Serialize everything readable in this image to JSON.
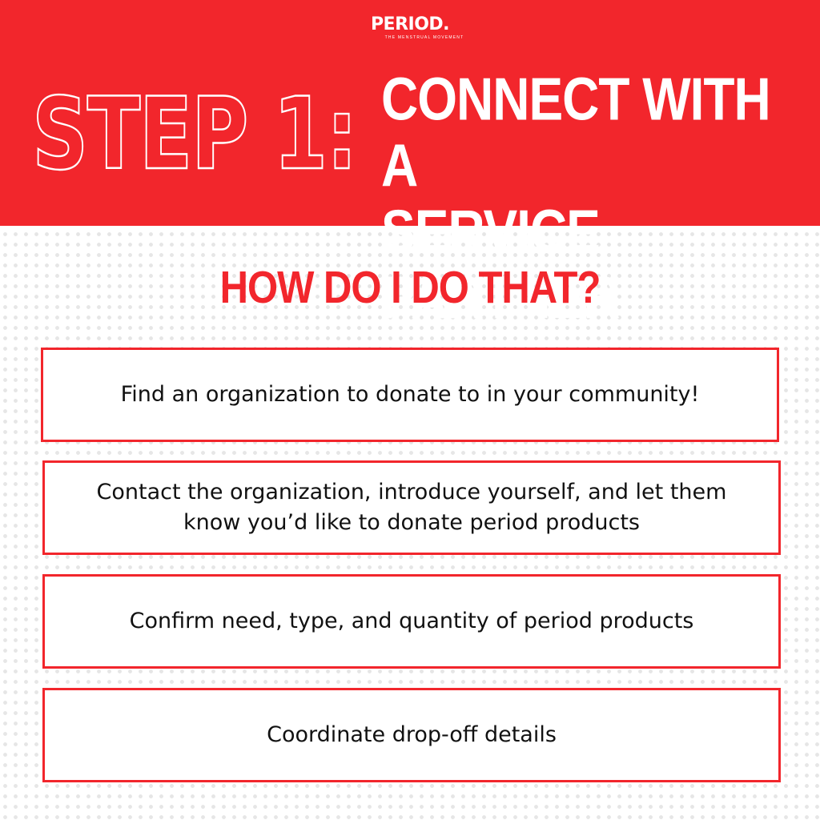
{
  "logo": {
    "wordmark": "PERIOD.",
    "tagline": "THE MENSTRUAL MOVEMENT"
  },
  "header": {
    "step_label": "STEP 1:",
    "title_line1": "CONNECT WITH A",
    "title_line2": "SERVICE PARTNER"
  },
  "subheading": "HOW DO I DO THAT?",
  "steps": [
    {
      "line1": "Find an organization to donate to in your community!"
    },
    {
      "line1": "Contact the organization, introduce yourself, and let them",
      "line2": "know you’d like to donate period products"
    },
    {
      "line1": "Confirm need, type, and quantity of period products"
    },
    {
      "line1": "Coordinate drop-off details"
    }
  ],
  "colors": {
    "brand_red": "#f2262c",
    "text": "#111111",
    "background": "#ffffff"
  }
}
